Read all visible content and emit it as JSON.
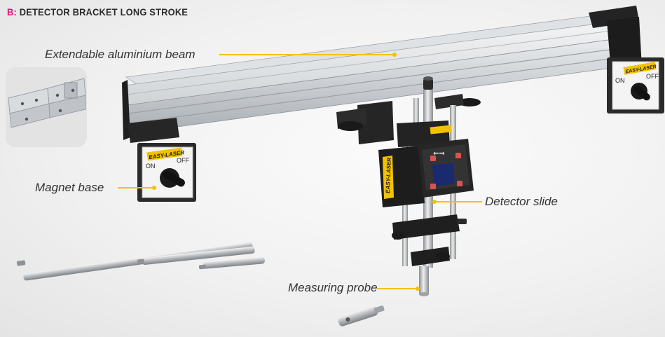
{
  "heading": {
    "prefix": "B:",
    "title": "DETECTOR BRACKET LONG STROKE"
  },
  "callouts": {
    "beam": "Extendable aluminium beam",
    "magnet": "Magnet base",
    "detector": "Detector slide",
    "probe": "Measuring probe"
  },
  "brand": "EASY-LASER",
  "switch": {
    "on": "ON",
    "off": "OFF"
  },
  "colors": {
    "accent": "#f2c200",
    "prefix": "#e0127a",
    "heading": "#2b2b2b"
  }
}
